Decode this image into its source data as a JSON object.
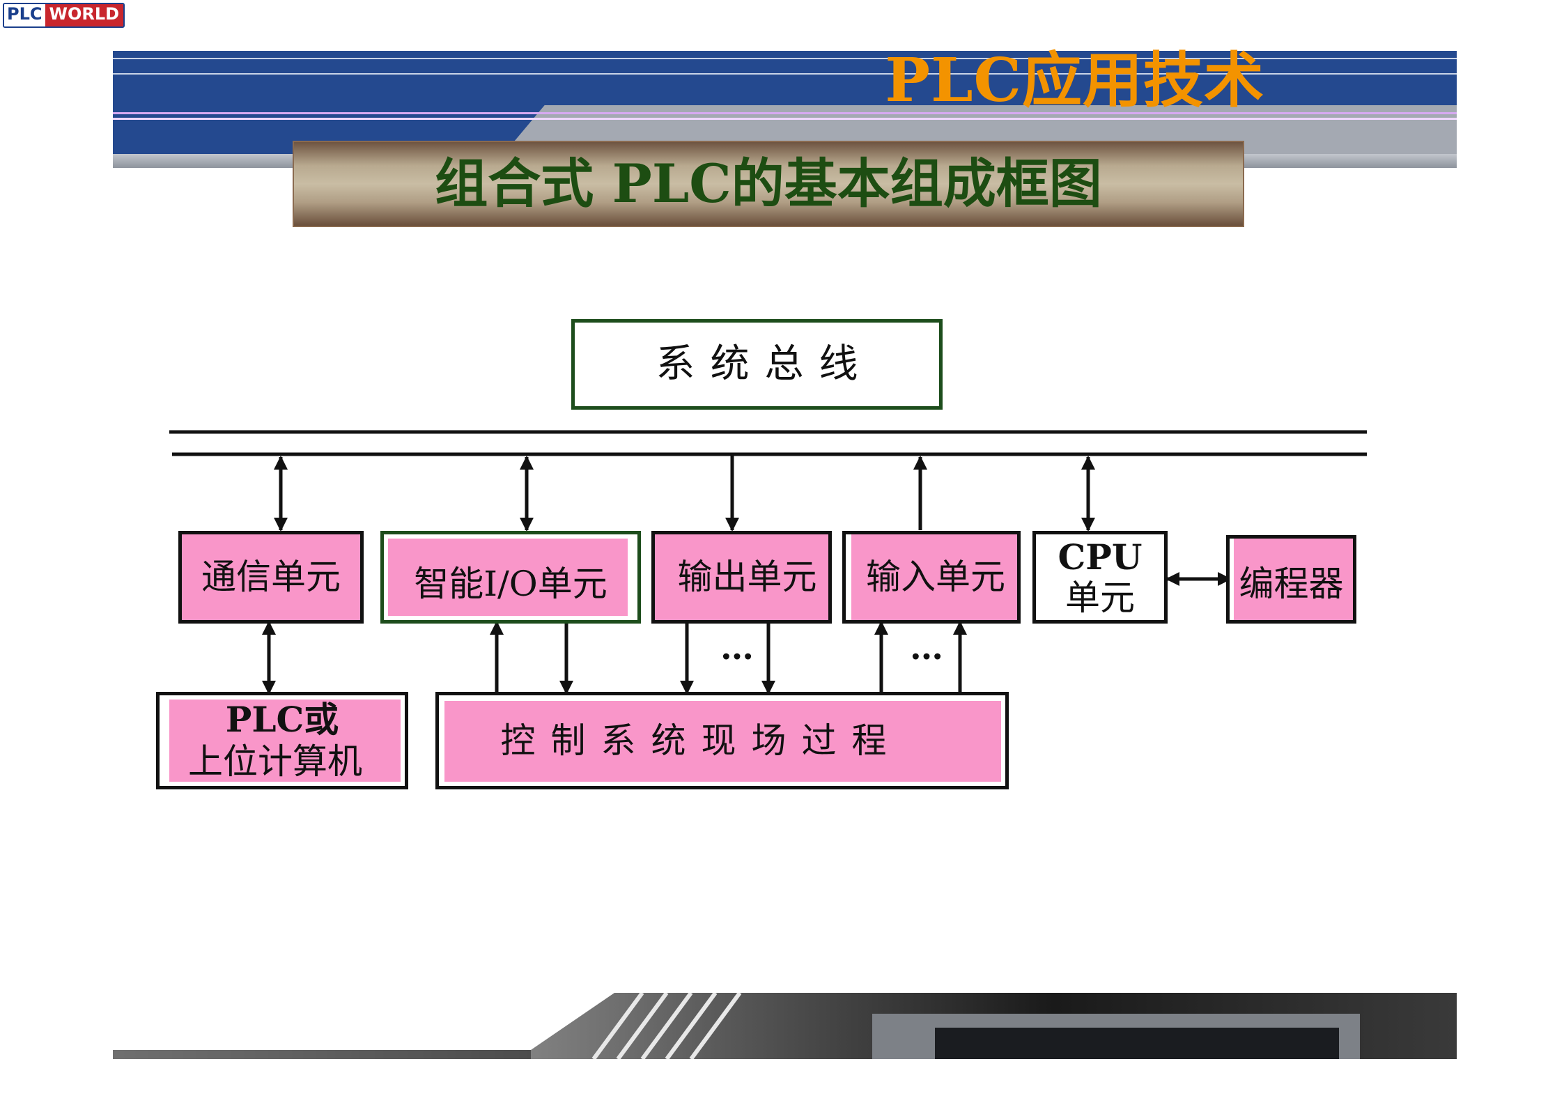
{
  "logo": {
    "part1": "PLC",
    "part2": "WORLD"
  },
  "header": {
    "app_title": "PLC应用技术"
  },
  "slide": {
    "title": "组合式  PLC的基本组成框图"
  },
  "diagram": {
    "bus_label": "系统总线",
    "units": {
      "comm": "通信单元",
      "smart_io": "智能I/O单元",
      "output": "输出单元",
      "input": "输入单元",
      "cpu_line1": "CPU",
      "cpu_line2": "单元",
      "programmer": "编程器"
    },
    "host": {
      "line1": "PLC或",
      "line2": "上位计算机"
    },
    "process": "控制系统现场过程",
    "ellipsis_1": "…",
    "ellipsis_2": "…"
  },
  "colors": {
    "unit_fill": "#f996c9",
    "title_text": "#f39300",
    "banner_blue": "#24498f",
    "slide_title_text": "#1d4d12"
  }
}
